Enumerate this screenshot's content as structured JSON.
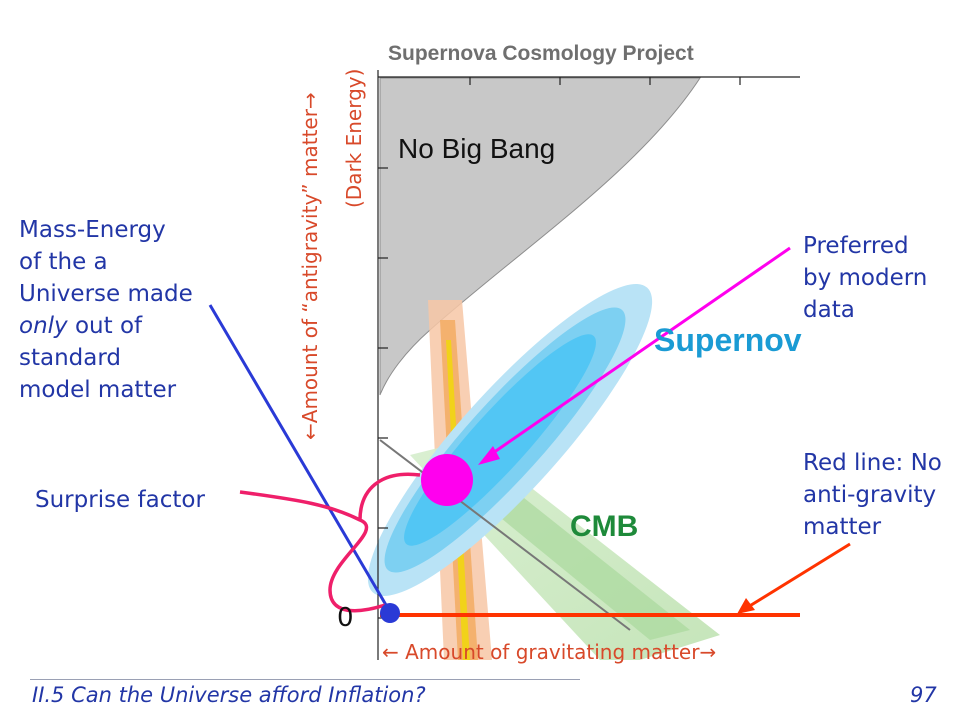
{
  "diagram": {
    "plot_title": "Supernova Cosmology Project",
    "region_no_big_bang": "No Big Bang",
    "label_supernova": "Supernov",
    "label_cmb": "CMB",
    "zero_label": "0",
    "x_axis_label": "← Amount of gravitating matter→",
    "y_axis_label": "←Amount of “antigravity” matter→",
    "y_axis_sublabel": "(Dark Energy)"
  },
  "annotations": {
    "mass_energy_lines": [
      "Mass-Energy",
      "of the a",
      "Universe made"
    ],
    "mass_energy_only": "only",
    "mass_energy_out_of": " out of",
    "mass_energy_lines_tail": [
      "standard",
      "model matter"
    ],
    "surprise_factor": "Surprise factor",
    "preferred_lines": [
      "Preferred",
      "by modern",
      "data"
    ],
    "red_line_lines": [
      "Red line: No",
      "anti-gravity",
      "matter"
    ]
  },
  "colors": {
    "annotation_text": "#2236a6",
    "axis_label": "#d8492a",
    "magenta_marker": "#ff00ee",
    "red_line": "#ff3300",
    "blue_marker": "#2a3ad6",
    "pink_arrow": "#ef1f6a",
    "supernova_blue": "#52c6f4",
    "cmb_green": "#bfe4b4",
    "no_big_bang_gray": "#c8c8c8"
  },
  "footer": {
    "title": "II.5 Can the Universe afford Inflation?",
    "page_number": "97"
  }
}
